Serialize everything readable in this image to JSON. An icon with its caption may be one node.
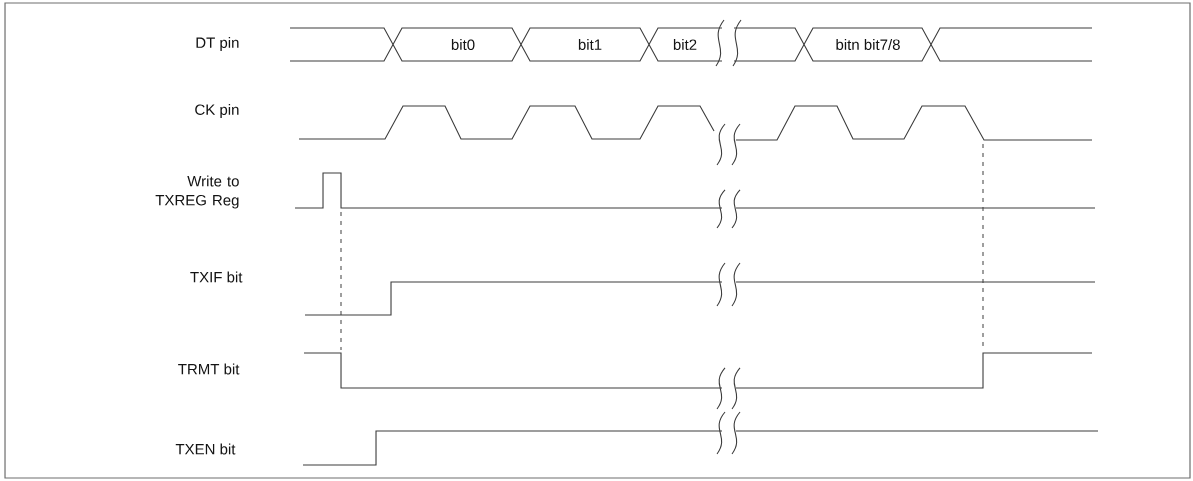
{
  "diagram": {
    "labels": [
      "DT pin",
      "bit0",
      "bit1",
      "bit2",
      "bitn bit7/8",
      "CK pin",
      "Write to TXREG Reg",
      "TXIF bit",
      "TRMT bit",
      "TXEN bit"
    ]
  }
}
